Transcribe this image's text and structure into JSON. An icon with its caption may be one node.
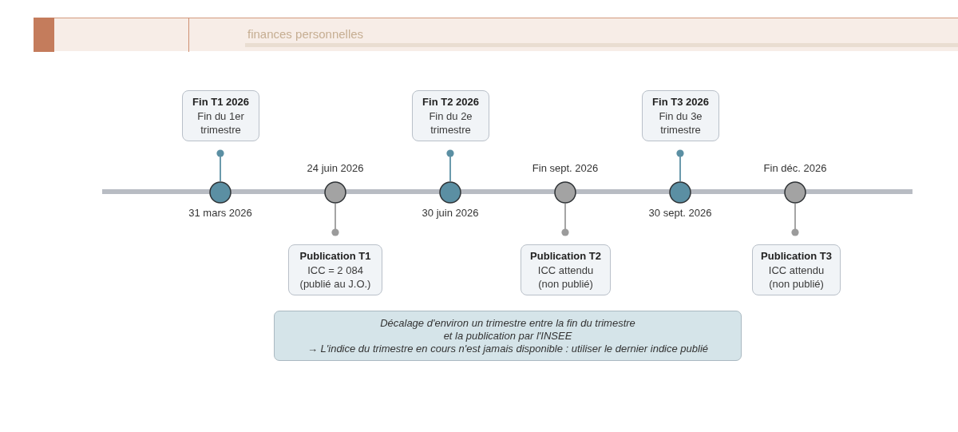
{
  "diagram": {
    "nodes": [
      {
        "text": [
          "Fin T1 2026",
          "Fin du 1er trimestre"
        ]
      },
      {
        "text": [],
        "shape": "circle",
        "beside": [
          "31 mars 2026"
        ]
      },
      {
        "text": [],
        "shape": "circle",
        "beside": [
          "24 juin 2026"
        ]
      },
      {
        "text": [
          "Publication T1",
          "ICC = 2 084",
          "(publié au J.O.)"
        ]
      },
      {
        "text": [
          "Fin T2 2026",
          "Fin du 2e trimestre"
        ]
      },
      {
        "text": [],
        "shape": "circle",
        "beside": [
          "30 juin 2026"
        ]
      },
      {
        "text": [],
        "shape": "circle",
        "beside": [
          "Fin sept. 2026"
        ]
      },
      {
        "text": [
          "Publication T2",
          "ICC attendu",
          "(non publié)"
        ]
      },
      {
        "text": [
          "Fin T3 2026",
          "Fin du 3e trimestre"
        ]
      },
      {
        "text": [],
        "shape": "circle",
        "beside": [
          "30 sept. 2026"
        ]
      },
      {
        "text": [],
        "shape": "circle",
        "beside": [
          "Fin déc. 2026"
        ]
      },
      {
        "text": [
          "Publication T3",
          "ICC attendu",
          "(non publié)"
        ]
      },
      {
        "text": [
          "Décalage d'environ un trimestre entre la fin du trimestre et la publication par l'INSEE",
          "→ L'indice du trimestre en cours n'est jamais disponible : utiliser le dernier indice publié"
        ]
      }
    ],
    "edges": [
      {
        "from": 1,
        "to": 0,
        "arrow": "other",
        "color": "#5b8fa3"
      },
      {
        "from": 2,
        "to": 3,
        "arrow": "other"
      },
      {
        "from": 5,
        "to": 4,
        "arrow": "other",
        "color": "#5b8fa3"
      },
      {
        "from": 6,
        "to": 7,
        "arrow": "other"
      },
      {
        "from": 9,
        "to": 8,
        "arrow": "other",
        "color": "#5b8fa3"
      },
      {
        "from": 10,
        "to": 11,
        "arrow": "other"
      }
    ],
    "labels": [
      "finances personnelles"
    ]
  }
}
